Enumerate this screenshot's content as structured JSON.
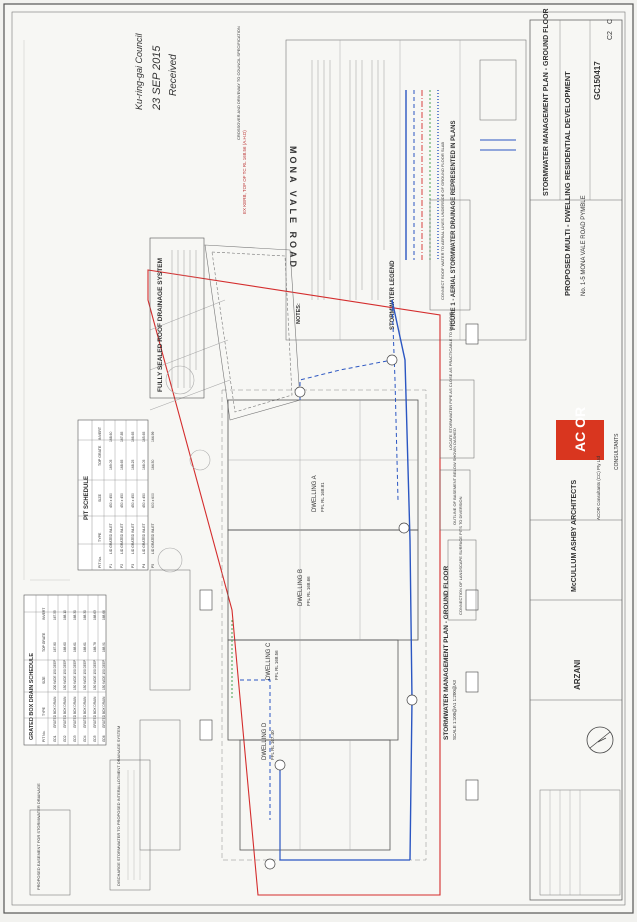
{
  "received_stamp": {
    "council": "Ku-ring-gai Council",
    "date": "23 SEP 2015",
    "status": "Received"
  },
  "title_block": {
    "consultant": "ACOR Consultants (CC) Pty Ltd",
    "logo_text": "AC OR",
    "logo_subtext": "CONSULTANTS",
    "architect": "McCULLUM ASHBY ARCHITECTS",
    "client": "ARZANI",
    "project_title": "PROPOSED MULTI - DWELLING RESIDENTIAL DEVELOPMENT",
    "project_address": "No. 1-5 MONA VALE ROAD PYMBLE",
    "drawing_title": "STORMWATER MANAGEMENT PLAN - GROUND FLOOR",
    "job_number": "GC150417",
    "drawing_number": "C2",
    "revision": "C"
  },
  "plan": {
    "title": "STORMWATER MANAGEMENT PLAN - GROUND FLOOR",
    "scale": "SCALE 1:100@A1 1:200@A3",
    "road_name": "MONA VALE ROAD",
    "dwellings": [
      {
        "name": "DWELLING A",
        "ffl": "FFL RL 168.81"
      },
      {
        "name": "DWELLING B",
        "ffl": "FFL RL 168.66"
      },
      {
        "name": "DWELLING C",
        "ffl": "FFL RL 168.56"
      },
      {
        "name": "DWELLING D",
        "ffl": "FFL RL 167.40"
      }
    ]
  },
  "pit_schedule": {
    "title": "PIT SCHEDULE",
    "headers": [
      "PIT No.",
      "TYPE",
      "SIZE",
      "TOP GRATE",
      "INVERT"
    ],
    "rows": [
      [
        "P1",
        "LID GRATED INLET",
        "450 x 450",
        "169.05",
        "168.60"
      ],
      [
        "P2",
        "LID GRATED INLET",
        "450 x 450",
        "168.65",
        "167.85"
      ],
      [
        "P3",
        "LID GRATED INLET",
        "450 x 450",
        "168.25",
        "166.65"
      ],
      [
        "P4",
        "LID GRATED INLET",
        "450 x 450",
        "168.05",
        "165.65"
      ],
      [
        "P5",
        "LID GRATED INLET",
        "600 x 600",
        "164.50",
        "164.99"
      ]
    ]
  },
  "box_drain_schedule": {
    "title": "GRATED BOX DRAIN SCHEDULE",
    "headers": [
      "PIT No.",
      "TYPE",
      "SIZE",
      "TOP GRATE",
      "INVERT"
    ],
    "rows": [
      [
        "GD1",
        "GRATED BOX DRAIN",
        "200 WIDE 150 DEEP",
        "167.80",
        "167.55"
      ],
      [
        "GD2",
        "GRATED BOX DRAIN",
        "150 WIDE 150 DEEP",
        "168.60",
        "168.10"
      ],
      [
        "GD3",
        "GRATED BOX DRAIN",
        "150 WIDE 150 DEEP",
        "168.61",
        "168.30"
      ],
      [
        "GD4",
        "GRATED BOX DRAIN",
        "150 WIDE 150 DEEP",
        "168.61",
        "168.30"
      ],
      [
        "GD5",
        "GRATED BOX DRAIN",
        "150 WIDE 150 DEEP",
        "168.78",
        "168.63"
      ],
      [
        "GD6",
        "GRATED BOX DRAIN",
        "150 WIDE 150 DEEP",
        "168.91",
        "168.66"
      ]
    ]
  },
  "notes": {
    "sealed_system_title": "FULLY SEALED ROOF DRAINAGE SYSTEM",
    "discharge_note": "DISCHARGE STORMWATER TO PROPOSED INTERALLOTMENT DRAINAGE SYSTEM",
    "easement_note": "PROPOSED EASEMENT FOR STORMWATER DRAINAGE",
    "notes_title": "NOTES:",
    "stormwater_legend_title": "STORMWATER LEGEND",
    "figure_title": "FIGURE 1 - AERIAL STORMWATER DRAINAGE REPRESENTED IN PLANS",
    "connect_note": "CONNECT ROOF WATER TO AERIAL LINES UNDERSIDE OF GROUND FLOOR SLAB",
    "landscape_note": "CONNECTION OF LANDSCAPE SURFACE PITS TO DIVERSION",
    "locate_note": "LOCATE STORMWATER PIPE AS CLOSE AS PRACTICABLE TO BUILDING",
    "outline_note": "OUTLINE OF BASEMENT BELOW SHOWN DASHED",
    "crossover_note": "CROSSOVER AND DRIVEWAY TO COUNCIL SPECIFICATION",
    "kerb_note": "EX KERB, TOP OF TC RL 168.56 (A.H.D)"
  }
}
